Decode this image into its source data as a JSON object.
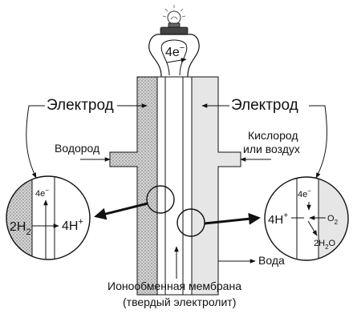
{
  "labels": {
    "electrode_left": "Электрод",
    "electrode_right": "Электрод",
    "hydrogen": "Водород",
    "oxygen_line1": "Кислород",
    "oxygen_line2": "или воздух",
    "water": "Вода",
    "membrane_line1": "Ионообменная мембрана",
    "membrane_line2": "(твердый электролит)"
  },
  "circuit": {
    "electrons": {
      "base": "4e",
      "sup": "−"
    }
  },
  "anode_zoom": {
    "electrons": {
      "base": "4e",
      "sup": "−"
    },
    "reactant": {
      "coef": "2H",
      "sub": "2"
    },
    "product": {
      "base": "4H",
      "sup": "+"
    }
  },
  "cathode_zoom": {
    "electrons": {
      "base": "4e",
      "sup": "−"
    },
    "proton": {
      "base": "4H",
      "sup": "+"
    },
    "oxygen": {
      "base": "O",
      "sub": "2"
    },
    "water": {
      "pre": "2H",
      "sub": "2",
      "post": "O"
    }
  },
  "colors": {
    "line": "#111111",
    "anode_fill": "#c9c9c9",
    "cathode_fill": "#e6e6e6",
    "membrane": "#ffffff"
  }
}
